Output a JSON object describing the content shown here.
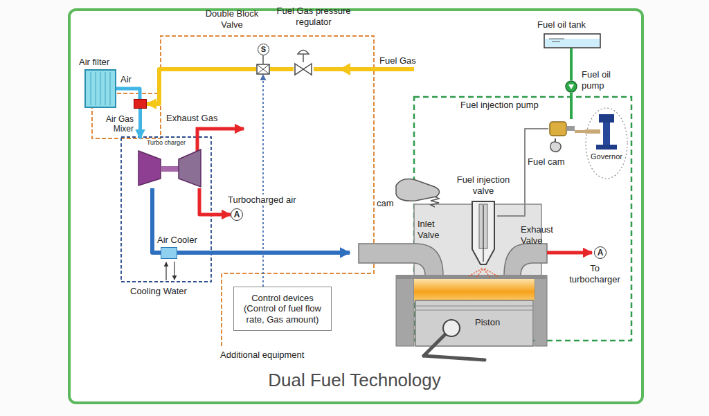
{
  "diagram": {
    "title": "Dual Fuel Technology",
    "nodes": [
      {
        "text": [
          "Air filter"
        ]
      },
      {
        "text": [
          "Air Gas Mixer"
        ]
      },
      {
        "text": [
          "Double Block Valve",
          "S"
        ]
      },
      {
        "text": [
          "Fuel Gas pressure regulator"
        ]
      },
      {
        "text": [
          "Turbo charger"
        ]
      },
      {
        "text": [
          "Air Cooler"
        ]
      },
      {
        "text": [
          "A"
        ]
      },
      {
        "text": [
          "Control devices (Control of fuel flow rate, Gas amount)"
        ]
      },
      {
        "text": [
          "Fuel oil tank"
        ]
      },
      {
        "text": [
          "Fuel oil pump"
        ]
      },
      {
        "text": [
          "Fuel injection pump"
        ]
      },
      {
        "text": [
          "Governor"
        ]
      },
      {
        "text": [
          "Fuel injection valve"
        ]
      },
      {
        "text": [
          "A"
        ]
      }
    ],
    "edges": [
      {
        "from": 0,
        "to": 1,
        "arrow": "none",
        "label": "Air"
      },
      {
        "from": 1,
        "to": 4,
        "arrow": "to"
      },
      {
        "from": 4,
        "to": 5,
        "arrow": "none"
      },
      {
        "from": 4,
        "to": 6,
        "arrow": "to",
        "label": "Turbocharged air"
      },
      {
        "from": 3,
        "to": 2,
        "arrow": "none"
      },
      {
        "from": 2,
        "to": 1,
        "arrow": "to"
      },
      {
        "from": 7,
        "to": 2,
        "arrow": "to"
      },
      {
        "from": 8,
        "to": 9,
        "arrow": "none"
      },
      {
        "from": 9,
        "to": 10,
        "arrow": "none"
      },
      {
        "from": 11,
        "to": 10,
        "arrow": "none"
      },
      {
        "from": 10,
        "to": 12,
        "arrow": "none"
      }
    ],
    "labels": [
      "Fuel Gas",
      "Exhaust Gas",
      "Cooling Water",
      "Additional equipment",
      "Fuel cam",
      "cam",
      "Inlet Valve",
      "Exhaust Valve",
      "To turbocharger",
      "Piston"
    ]
  }
}
